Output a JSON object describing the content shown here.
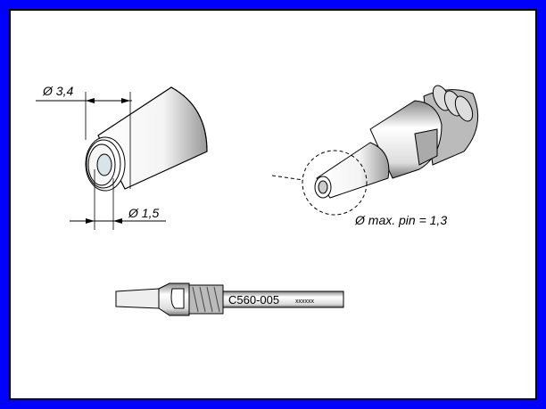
{
  "detail_left": {
    "outer_diameter": "Ø 3,4",
    "inner_diameter": "Ø 1,5"
  },
  "detail_right": {
    "max_pin": "Ø  max. pin = 1,3"
  },
  "tip": {
    "part_number": "C560-005",
    "marking": "xxxxxx"
  },
  "colors": {
    "border": "#0000ff",
    "frame": "#000000"
  }
}
